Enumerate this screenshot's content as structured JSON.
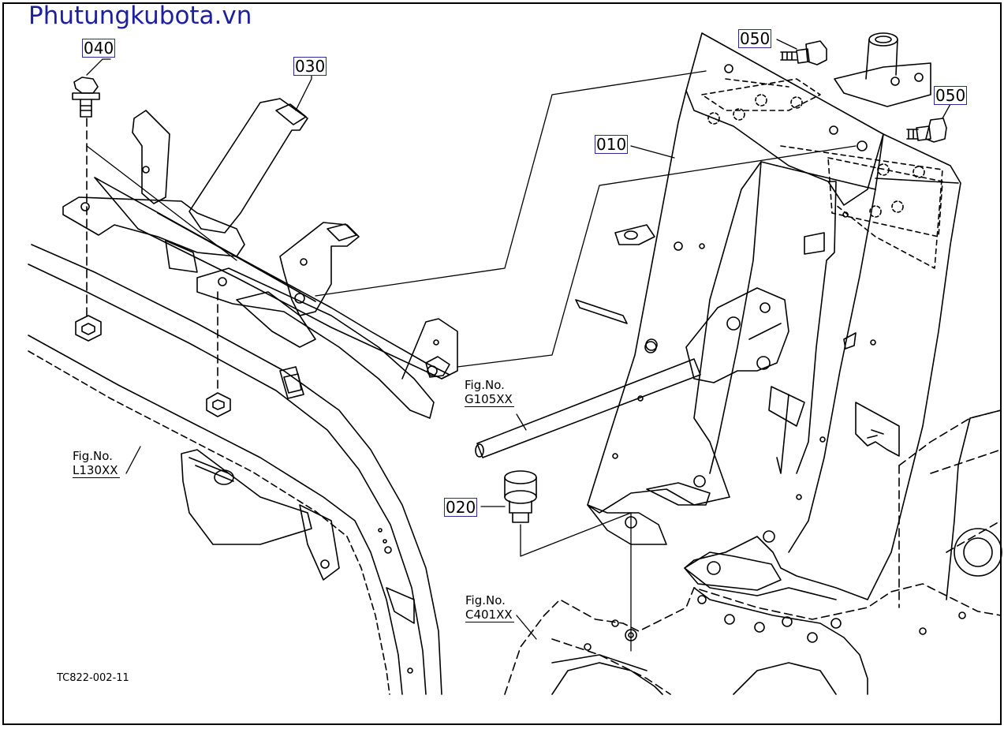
{
  "watermark": "Phutungkubota.vn",
  "drawing_number": "TC822-002-11",
  "callouts": {
    "c010": "010",
    "c020": "020",
    "c030": "030",
    "c040": "040",
    "c050a": "050",
    "c050b": "050"
  },
  "fig_refs": {
    "g105": {
      "line1": "Fig.No.",
      "line2": "G105XX"
    },
    "l130": {
      "line1": "Fig.No.",
      "line2": "L130XX"
    },
    "c401": {
      "line1": "Fig.No.",
      "line2": "C401XX"
    }
  }
}
